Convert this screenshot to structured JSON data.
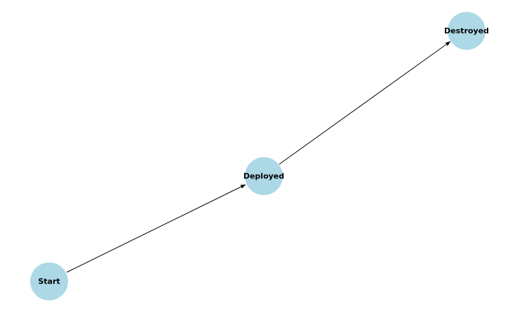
{
  "nodes": [
    {
      "id": "start",
      "label": "Start"
    },
    {
      "id": "deployed",
      "label": "Deployed"
    },
    {
      "id": "destroyed",
      "label": "Destroyed"
    }
  ],
  "edges": [
    {
      "from": "start",
      "to": "deployed"
    },
    {
      "from": "deployed",
      "to": "destroyed"
    }
  ],
  "colors": {
    "node_fill": "#add8e6",
    "edge": "#000000",
    "label": "#000000"
  }
}
